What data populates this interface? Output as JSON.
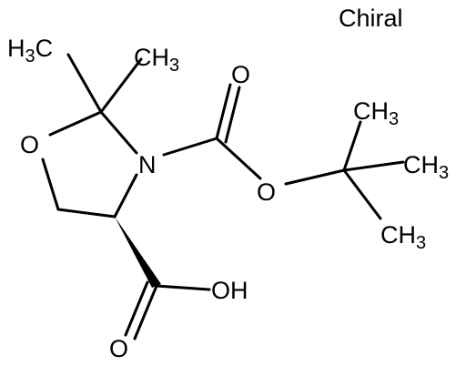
{
  "chiral_flag": "Chiral",
  "atoms": {
    "methyl_left": {
      "base": "H",
      "sub": "3",
      "tail": "C"
    },
    "methyl_right": {
      "base": "CH",
      "sub": "3"
    },
    "ring_oxygen": "O",
    "ring_nitrogen": "N",
    "carbonyl_oxygen_boc": "O",
    "ester_oxygen": "O",
    "tbu_methyl_top": {
      "base": "CH",
      "sub": "3"
    },
    "tbu_methyl_middle": {
      "base": "CH",
      "sub": "3"
    },
    "tbu_methyl_bottom": {
      "base": "CH",
      "sub": "3"
    },
    "hydroxyl": "OH",
    "carbonyl_oxygen_acid": "O"
  },
  "colors": {
    "bond": "#000000",
    "label": "#000000",
    "background": "#ffffff"
  }
}
